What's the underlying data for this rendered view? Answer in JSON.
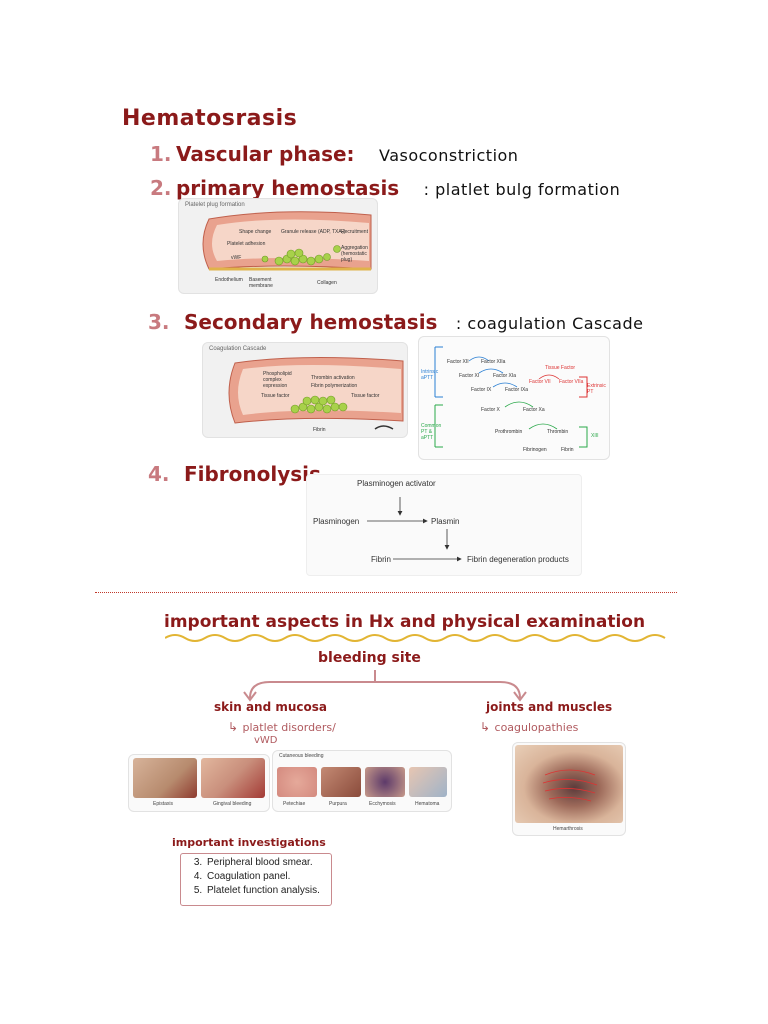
{
  "title": "Hematosrasis",
  "items": [
    {
      "num": "1.",
      "label": "Vascular phase:",
      "note": "Vasoconstriction"
    },
    {
      "num": "2.",
      "label": "primary hemostasis",
      "note": ": platlet bulg formation"
    },
    {
      "num": "3.",
      "label": "Secondary hemostasis",
      "note": ": coagulation Cascade"
    },
    {
      "num": "4.",
      "label": "Fibronolysis",
      "note": ""
    }
  ],
  "platelet_fig": {
    "caption": "Platelet plug formation",
    "labels": [
      "Shape change",
      "Granule release (ADP, TXA₂)",
      "Recruitment",
      "Platelet adhesion",
      "vWF",
      "Aggregation (hemostatic plug)",
      "Endothelium",
      "Basement membrane",
      "Collagen"
    ]
  },
  "coag_fig": {
    "caption": "Coagulation Cascade",
    "labels": [
      "Phospholipid complex expression",
      "Thrombin activation",
      "Fibrin polymerization",
      "Tissue factor",
      "Tissue factor",
      "Fibrin"
    ]
  },
  "cascade_fig": {
    "labels": [
      "Intrinsic aPTT",
      "Extrinsic PT",
      "Common PT & aPTT",
      "Factor XII",
      "Factor XIIa",
      "Factor XI",
      "Factor XIa",
      "Factor IX",
      "Factor IXa",
      "Tissue Factor",
      "Factor VII",
      "Factor VIIa",
      "Factor X",
      "Factor Xa",
      "Prothrombin",
      "Thrombin",
      "Fibrinogen",
      "Fibrin",
      "XIII"
    ]
  },
  "fibrinolysis": {
    "activator": "Plasminogen activator",
    "plasminogen": "Plasminogen",
    "plasmin": "Plasmin",
    "fibrin": "Fibrin",
    "products": "Fibrin degeneration products"
  },
  "aspects": {
    "heading": "important aspects   in  Hx   and  physical examination",
    "bleeding_site": "bleeding   site",
    "left_branch": "skin and  mucosa",
    "left_sub_line1": "platlet disorders/",
    "left_sub_line2": "vWD",
    "right_branch": "joints  and  muscles",
    "right_sub": "coagulopathies"
  },
  "photos_left": {
    "captions": [
      "Epistaxis",
      "Gingival bleeding"
    ]
  },
  "photos_mid": {
    "header": "Cutaneous bleeding",
    "captions": [
      "Petechiae",
      "Purpura",
      "Ecchymosis",
      "Hematoma"
    ]
  },
  "photo_right": {
    "caption": "Hemarthrosis"
  },
  "investigations": {
    "heading": "important investigations",
    "items": [
      "Peripheral blood smear.",
      "Coagulation panel.",
      "Platelet function analysis."
    ]
  },
  "colors": {
    "heading_red": "#8b1a1a",
    "pink": "#b05a5f",
    "divider": "#c0392b",
    "squiggle": "#e2b534"
  }
}
